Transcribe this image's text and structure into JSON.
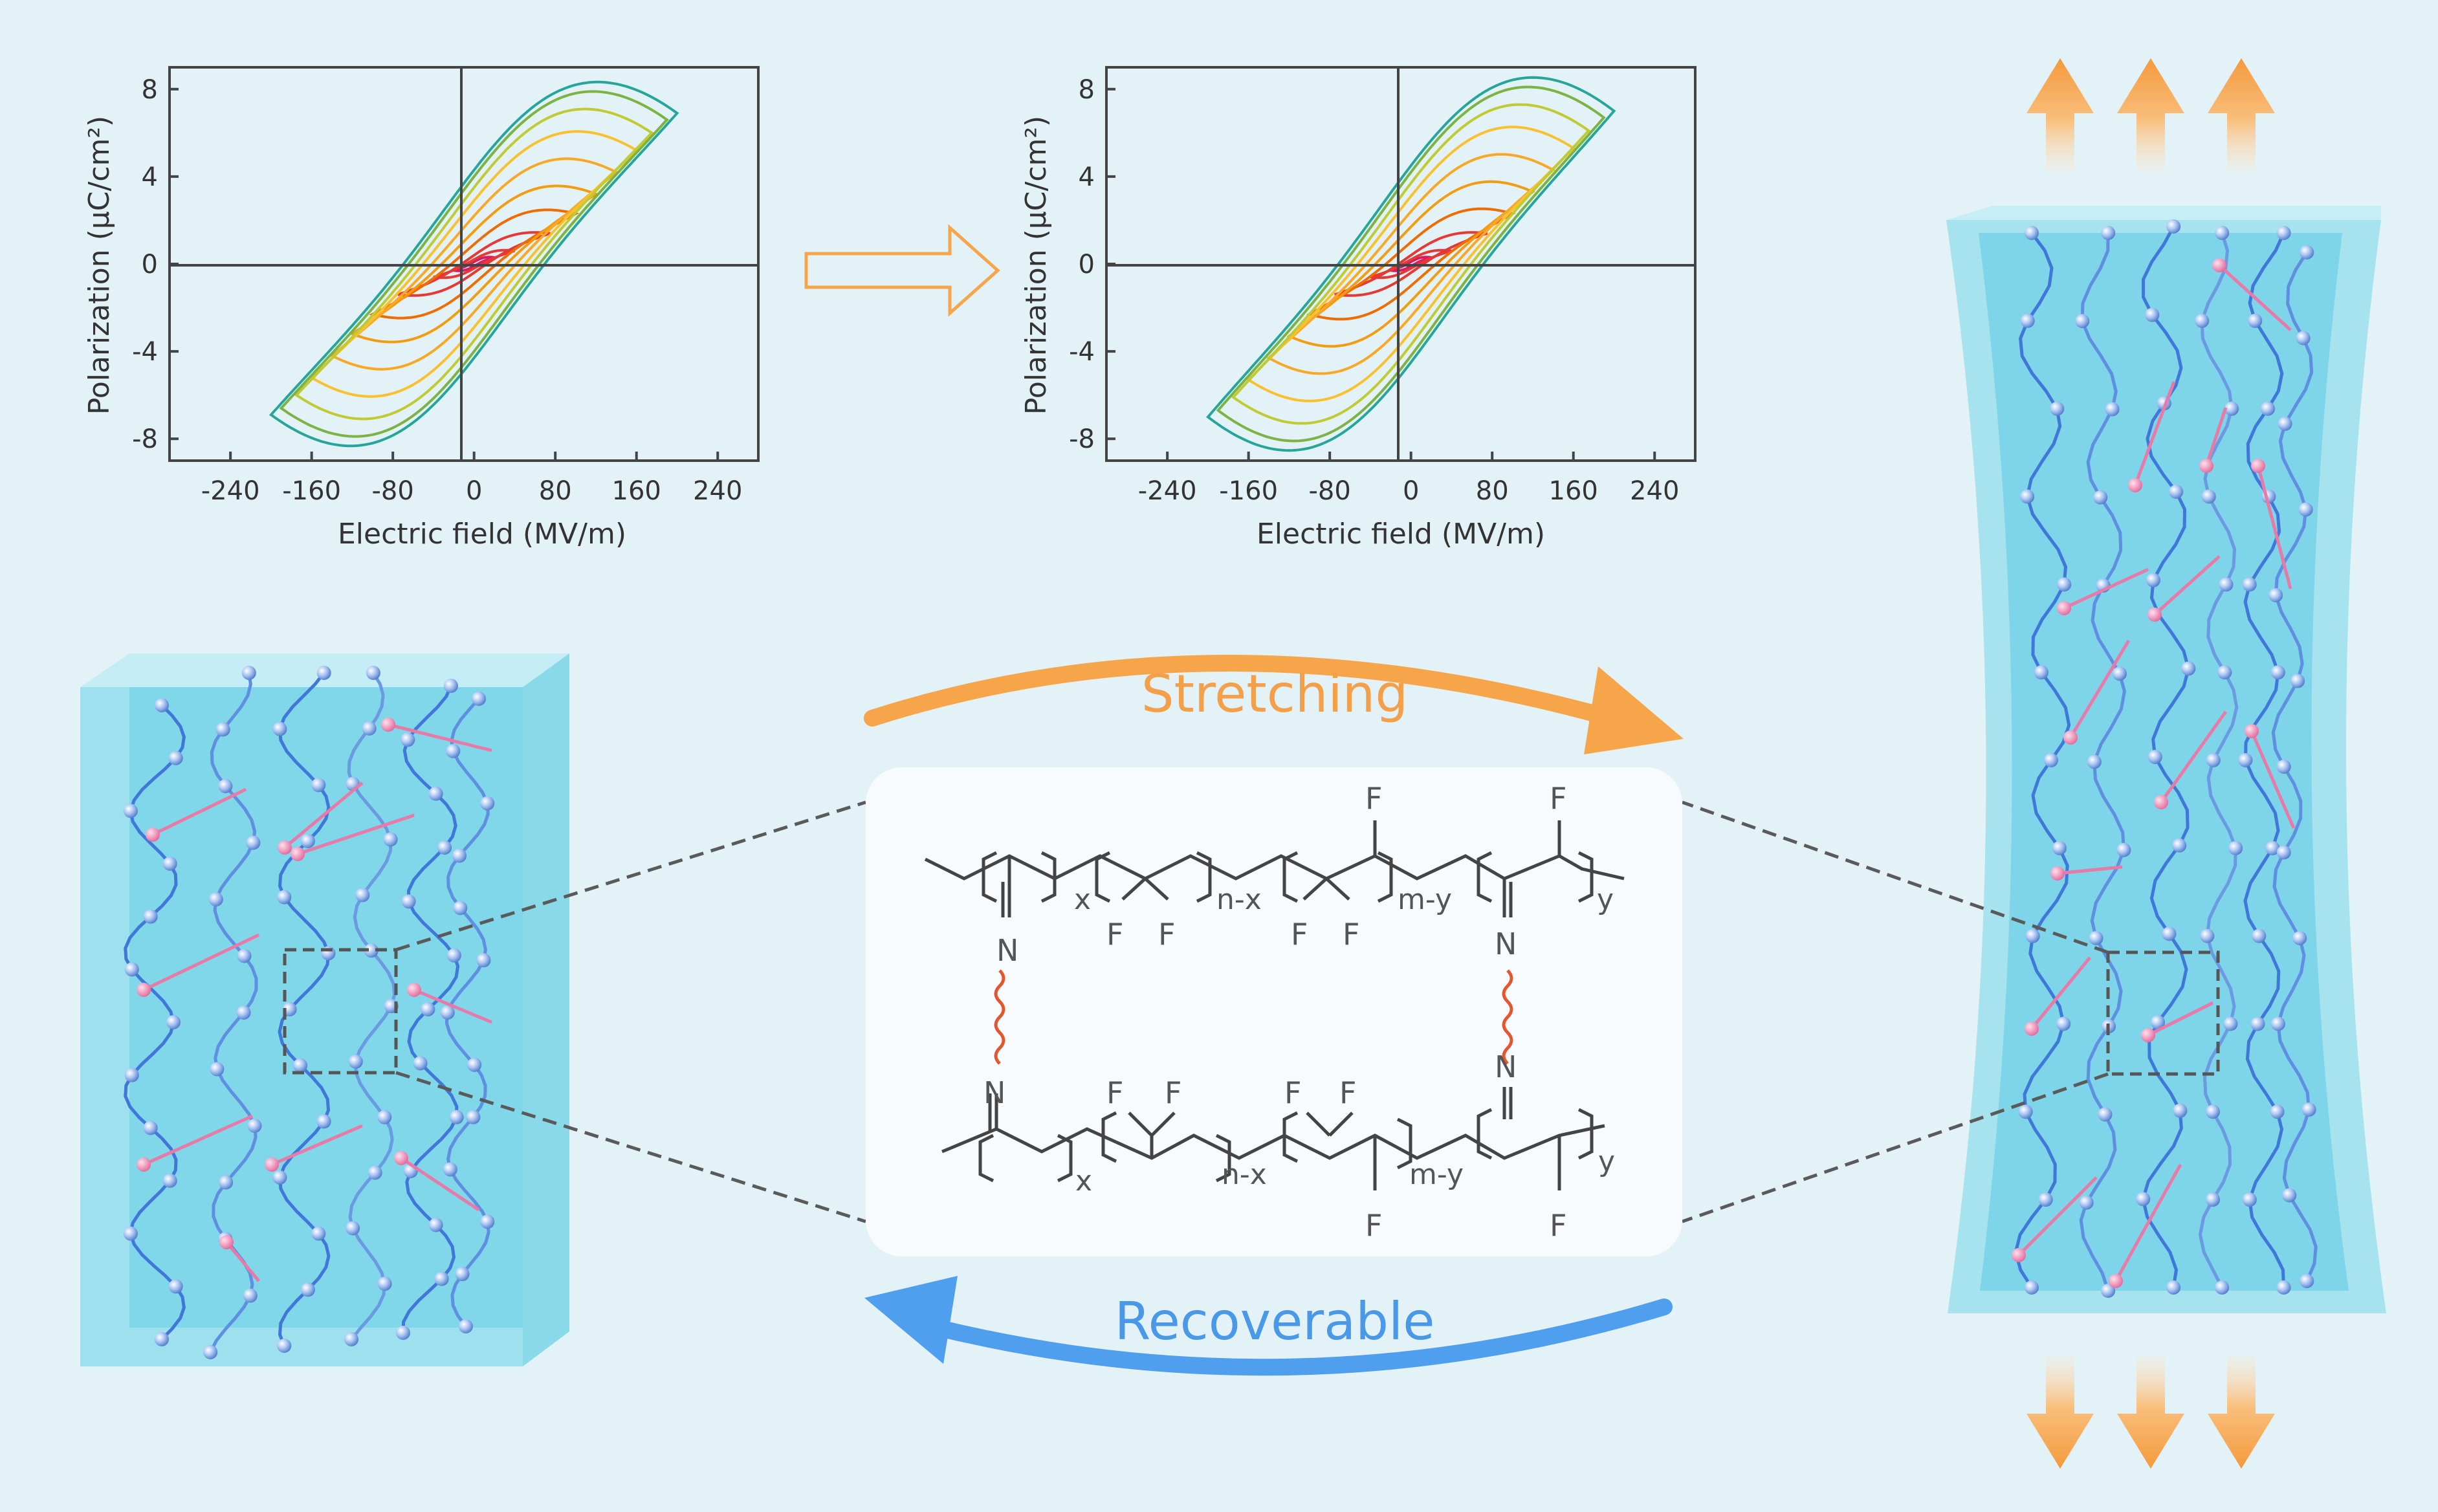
{
  "charts": [
    {
      "ylabel": "Polarization (μC/cm²)",
      "xlabel": "Electric field (MV/m)",
      "xticks": [
        "-240",
        "-160",
        "-80",
        "0",
        "80",
        "160",
        "240"
      ],
      "yticks": [
        "8",
        "4",
        "0",
        "-4",
        "-8"
      ]
    },
    {
      "ylabel": "Polarization (μC/cm²)",
      "xlabel": "Electric field (MV/m)",
      "xticks": [
        "-240",
        "-160",
        "-80",
        "0",
        "80",
        "160",
        "240"
      ],
      "yticks": [
        "8",
        "4",
        "0",
        "-4",
        "-8"
      ]
    }
  ],
  "chart_data": [
    {
      "type": "line",
      "xlabel": "Electric field (MV/m)",
      "ylabel": "Polarization (μC/cm²)",
      "xlim": [
        -300,
        280
      ],
      "ylim": [
        -9,
        9
      ],
      "loops": [
        {
          "emax": 20,
          "pmax": 0.3,
          "pr": 0.1,
          "color": "#d81b60"
        },
        {
          "emax": 40,
          "pmax": 0.6,
          "pr": 0.2,
          "color": "#e53935"
        },
        {
          "emax": 75,
          "pmax": 1.4,
          "pr": 0.4,
          "color": "#e53935"
        },
        {
          "emax": 100,
          "pmax": 2.3,
          "pr": 0.9,
          "color": "#ef6c00"
        },
        {
          "emax": 120,
          "pmax": 3.2,
          "pr": 1.5,
          "color": "#f39c12"
        },
        {
          "emax": 140,
          "pmax": 4.2,
          "pr": 2.2,
          "color": "#f9a825"
        },
        {
          "emax": 160,
          "pmax": 5.2,
          "pr": 2.9,
          "color": "#fbc02d"
        },
        {
          "emax": 175,
          "pmax": 6.0,
          "pr": 3.5,
          "color": "#c0ca33"
        },
        {
          "emax": 190,
          "pmax": 6.6,
          "pr": 4.0,
          "color": "#7cb342"
        },
        {
          "emax": 200,
          "pmax": 6.9,
          "pr": 4.3,
          "color": "#26a69a"
        }
      ]
    },
    {
      "type": "line",
      "xlabel": "Electric field (MV/m)",
      "ylabel": "Polarization (μC/cm²)",
      "xlim": [
        -300,
        280
      ],
      "ylim": [
        -9,
        9
      ],
      "loops": [
        {
          "emax": 20,
          "pmax": 0.3,
          "pr": 0.1,
          "color": "#d81b60"
        },
        {
          "emax": 40,
          "pmax": 0.6,
          "pr": 0.2,
          "color": "#e53935"
        },
        {
          "emax": 75,
          "pmax": 1.4,
          "pr": 0.4,
          "color": "#e53935"
        },
        {
          "emax": 100,
          "pmax": 2.3,
          "pr": 1.0,
          "color": "#ef6c00"
        },
        {
          "emax": 120,
          "pmax": 3.3,
          "pr": 1.7,
          "color": "#f39c12"
        },
        {
          "emax": 140,
          "pmax": 4.3,
          "pr": 2.4,
          "color": "#f9a825"
        },
        {
          "emax": 160,
          "pmax": 5.3,
          "pr": 3.1,
          "color": "#fbc02d"
        },
        {
          "emax": 175,
          "pmax": 6.1,
          "pr": 3.7,
          "color": "#c0ca33"
        },
        {
          "emax": 190,
          "pmax": 6.7,
          "pr": 4.2,
          "color": "#7cb342"
        },
        {
          "emax": 200,
          "pmax": 7.0,
          "pr": 4.5,
          "color": "#26a69a"
        }
      ]
    }
  ],
  "labels": {
    "stretching": "Stretching",
    "recoverable": "Recoverable"
  },
  "molecule": {
    "F": "F",
    "N": "N",
    "x": "x",
    "n_x": "n-x",
    "m_y": "m-y",
    "y": "y"
  },
  "colors": {
    "stretch_arrow": "#f7a54a",
    "recover_arrow": "#4f9fee",
    "crosslink": "#e4572e",
    "chain": "#3f78d8",
    "crosslink_bond": "#e87aa8"
  }
}
